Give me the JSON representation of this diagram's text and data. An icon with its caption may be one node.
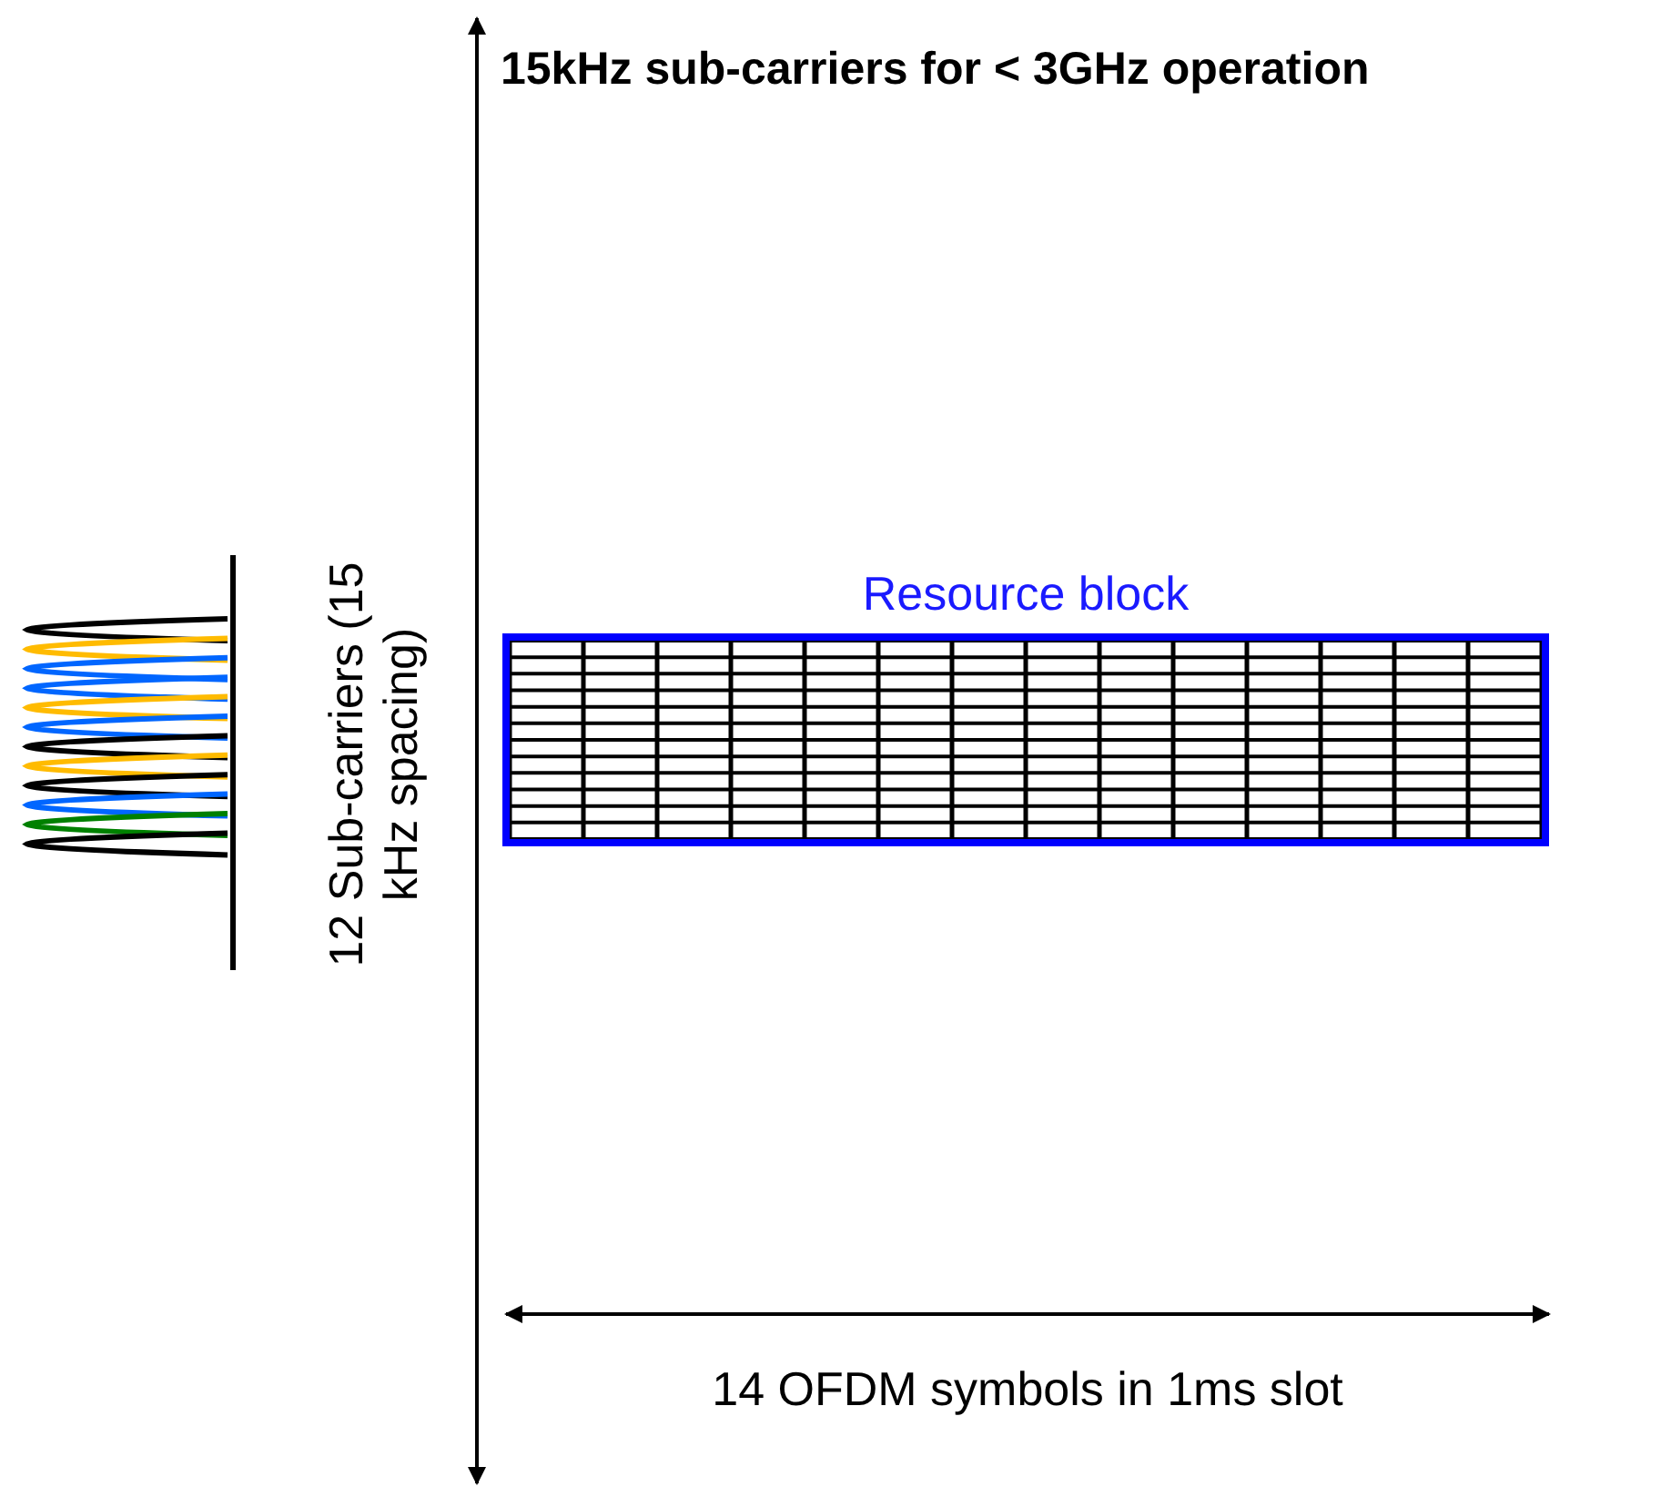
{
  "diagram": {
    "title": "15kHz sub-carriers  for < 3GHz operation",
    "nodes": [
      {
        "text": [
          "Resource block"
        ]
      }
    ],
    "labels": [
      "12 Sub-carriers (15 kHz spacing)",
      "14 OFDM symbols in 1ms slot"
    ]
  }
}
